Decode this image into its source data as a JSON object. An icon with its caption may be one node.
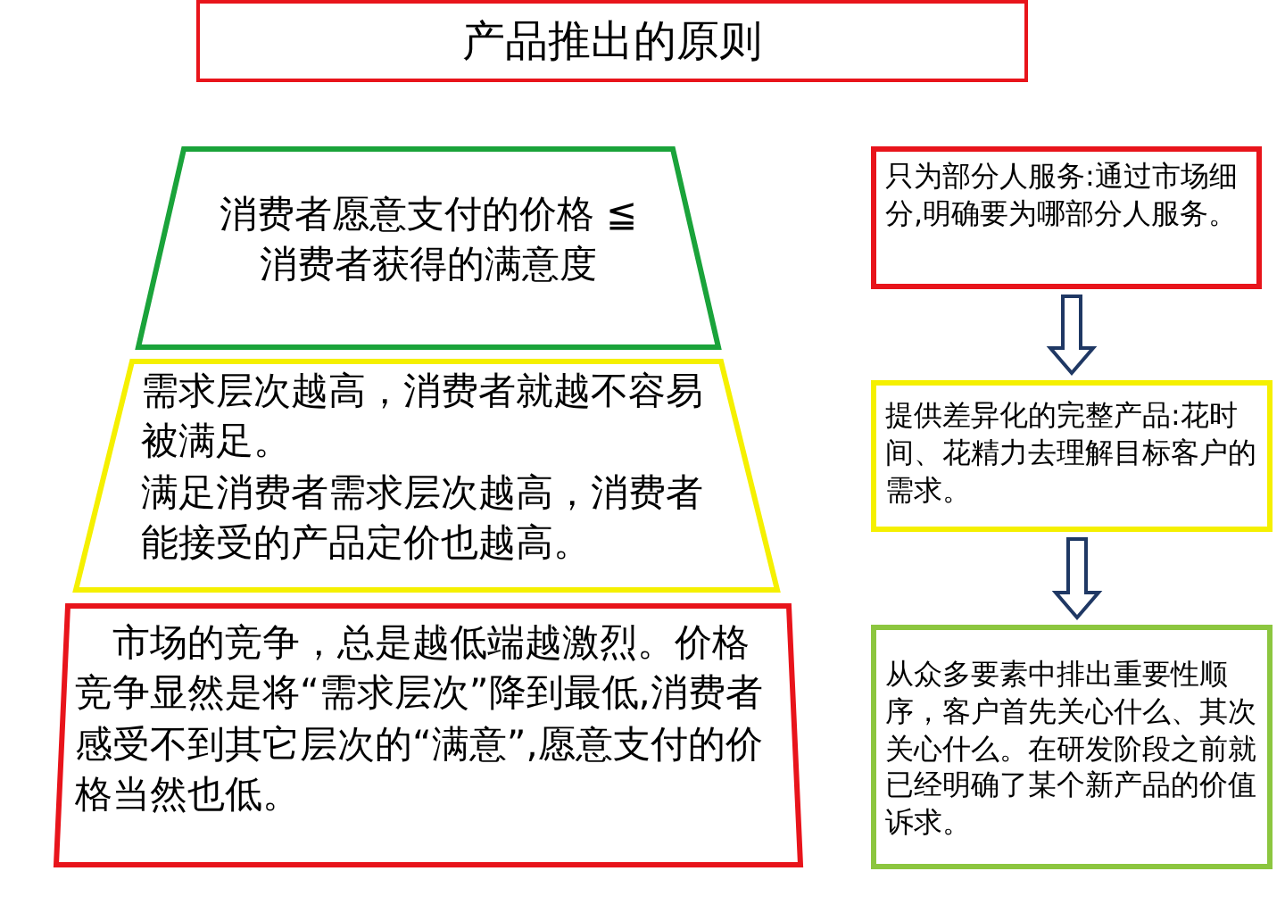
{
  "diagram": {
    "title": "产品推出的原则",
    "nodes": [
      {
        "text": [
          "消费者愿意支付的价格 ≦ 消费者获得的满意度"
        ]
      },
      {
        "text": [
          "需求层次越高，消费者就越不容易被满足。",
          "满足消费者需求层次越高，消费者能接受的产品定价也越高。"
        ]
      },
      {
        "text": [
          "市场的竞争，总是越低端越激烈。价格竞争显然是将“需求层次”降到最低,消费者感受不到其它层次的“满意”,愿意支付的价格当然也低。"
        ]
      },
      {
        "text": [
          "只为部分人服务:通过市场细分,明确要为哪部分人服务。"
        ]
      },
      {
        "text": [
          "提供差异化的完整产品:花时间、花精力去理解目标客户的需求。"
        ]
      },
      {
        "text": [
          "从众多要素中排出重要性顺序，客户首先关心什么、其次关心什么。在研发阶段之前就已经明确了某个新产品的价值诉求。"
        ]
      }
    ],
    "edges": [
      {
        "from": 3,
        "to": 4,
        "arrow": "to"
      },
      {
        "from": 4,
        "to": 5,
        "arrow": "to"
      }
    ]
  }
}
